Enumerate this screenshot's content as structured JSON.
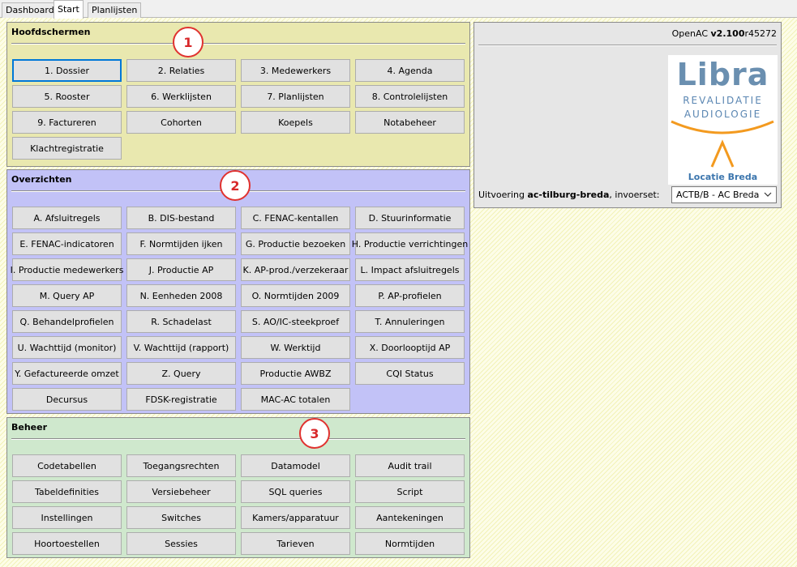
{
  "tabs": [
    {
      "label": "Dashboard"
    },
    {
      "label": "Start"
    },
    {
      "label": "Planlijsten"
    }
  ],
  "hoofdschermen": {
    "title": "Hoofdschermen",
    "marker": "1",
    "bg": "#e9e8af",
    "buttons": [
      "1. Dossier",
      "2. Relaties",
      "3. Medewerkers",
      "4. Agenda",
      "5. Rooster",
      "6. Werklijsten",
      "7. Planlijsten",
      "8. Controlelijsten",
      "9. Factureren",
      "Cohorten",
      "Koepels",
      "Notabeheer",
      "Klachtregistratie"
    ]
  },
  "overzichten": {
    "title": "Overzichten",
    "marker": "2",
    "bg": "#c2c2f7",
    "buttons": [
      "A. Afsluitregels",
      "B. DIS-bestand",
      "C. FENAC-kentallen",
      "D. Stuurinformatie",
      "E. FENAC-indicatoren",
      "F. Normtijden ijken",
      "G. Productie bezoeken",
      "H. Productie verrichtingen",
      "I. Productie medewerkers",
      "J. Productie AP",
      "K. AP-prod./verzekeraar",
      "L. Impact afsluitregels",
      "M. Query AP",
      "N. Eenheden 2008",
      "O. Normtijden 2009",
      "P. AP-profielen",
      "Q. Behandelprofielen",
      "R. Schadelast",
      "S. AO/IC-steekproef",
      "T. Annuleringen",
      "U. Wachttijd (monitor)",
      "V. Wachttijd (rapport)",
      "W. Werktijd",
      "X. Doorlooptijd AP",
      "Y. Gefactureerde omzet",
      "Z. Query",
      "Productie AWBZ",
      "CQI Status",
      "Decursus",
      "FDSK-registratie",
      "MAC-AC totalen"
    ]
  },
  "beheer": {
    "title": "Beheer",
    "marker": "3",
    "bg": "#cfe8cd",
    "buttons": [
      "Codetabellen",
      "Toegangsrechten",
      "Datamodel",
      "Audit trail",
      "Tabeldefinities",
      "Versiebeheer",
      "SQL queries",
      "Script",
      "Instellingen",
      "Switches",
      "Kamers/apparatuur",
      "Aantekeningen",
      "Hoortoestellen",
      "Sessies",
      "Tarieven",
      "Normtijden"
    ]
  },
  "info": {
    "app_name": "OpenAC",
    "version": "v2.100",
    "revision": "r45272",
    "logo": {
      "name": "Libra",
      "line1": "REVALIDATIE",
      "line2": "AUDIOLOGIE",
      "location": "Locatie Breda",
      "blue": "#6a8fb0",
      "orange": "#f39a1f"
    },
    "exec_prefix": "Uitvoering ",
    "exec_location": "ac-tilburg-breda",
    "exec_suffix": ", invoerset:",
    "invoerset_value": "ACTB/B - AC Breda"
  },
  "colors": {
    "marker_red": "#e0322f",
    "focus_blue": "#0078d7"
  }
}
